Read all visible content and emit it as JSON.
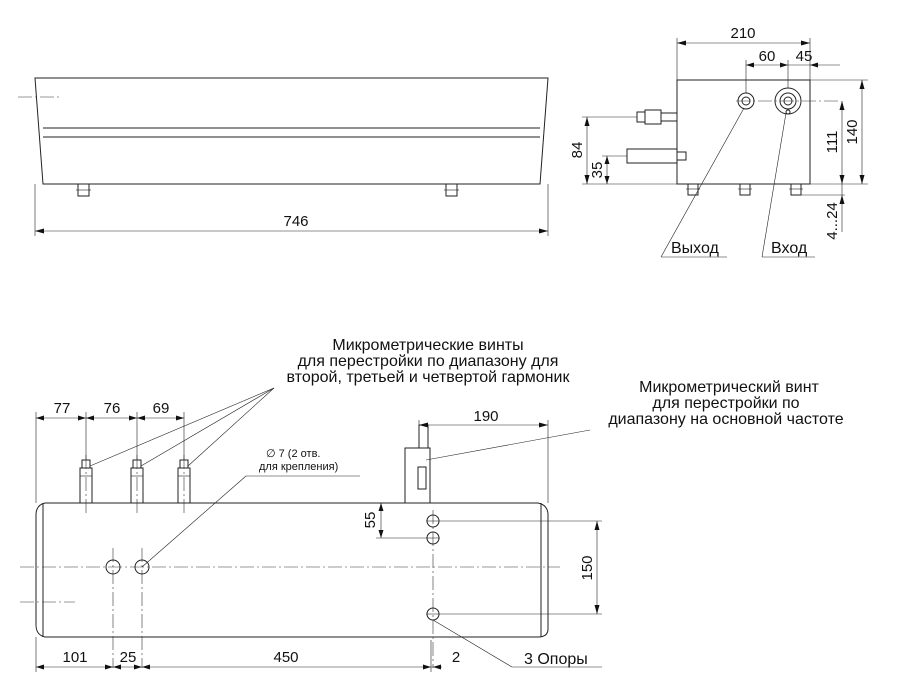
{
  "top_view": {
    "length": "746"
  },
  "end_view": {
    "width_total": "210",
    "spacing_60": "60",
    "offset_45": "45",
    "height_140": "140",
    "height_111": "111",
    "height_84": "84",
    "height_35": "35",
    "feet_range": "4...24",
    "label_output": "Выход",
    "label_input": "Вход"
  },
  "front_view": {
    "screw_spacing_1": "77",
    "screw_spacing_2": "76",
    "screw_spacing_3": "69",
    "screw_block_offset": "190",
    "dim_55": "55",
    "dim_150": "150",
    "dim_101": "101",
    "dim_25": "25",
    "dim_450": "450",
    "dim_2": "2",
    "hole_note_line1": "∅ 7 (2 отв.",
    "hole_note_line2": "для крепления)",
    "supports_label": "3 Опоры",
    "note_harmonics": [
      "Микрометрические винты",
      "для перестройки по диапазону для",
      "второй, третьей и четвертой гармоник"
    ],
    "note_fundamental": [
      "Микрометрический винт",
      "для перестройки по",
      "диапазону на основной частоте"
    ]
  }
}
